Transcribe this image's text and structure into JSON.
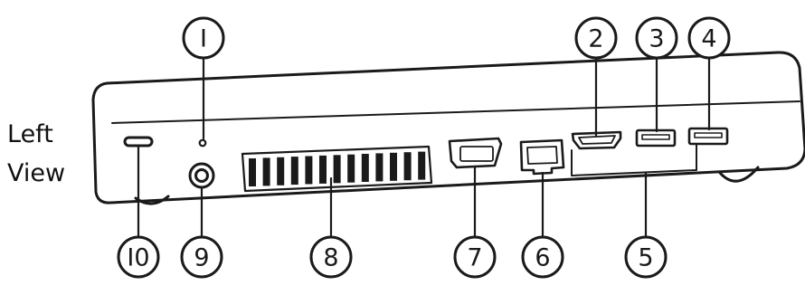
{
  "view_label": {
    "line1": "Left",
    "line2": "View"
  },
  "callouts": [
    {
      "id": "1",
      "label": "I"
    },
    {
      "id": "2",
      "label": "2"
    },
    {
      "id": "3",
      "label": "3"
    },
    {
      "id": "4",
      "label": "4"
    },
    {
      "id": "5",
      "label": "5"
    },
    {
      "id": "6",
      "label": "6"
    },
    {
      "id": "7",
      "label": "7"
    },
    {
      "id": "8",
      "label": "8"
    },
    {
      "id": "9",
      "label": "9"
    },
    {
      "id": "10",
      "label": "I0"
    }
  ],
  "colors": {
    "ink": "#1a1a1a",
    "body": "#ffffff"
  }
}
